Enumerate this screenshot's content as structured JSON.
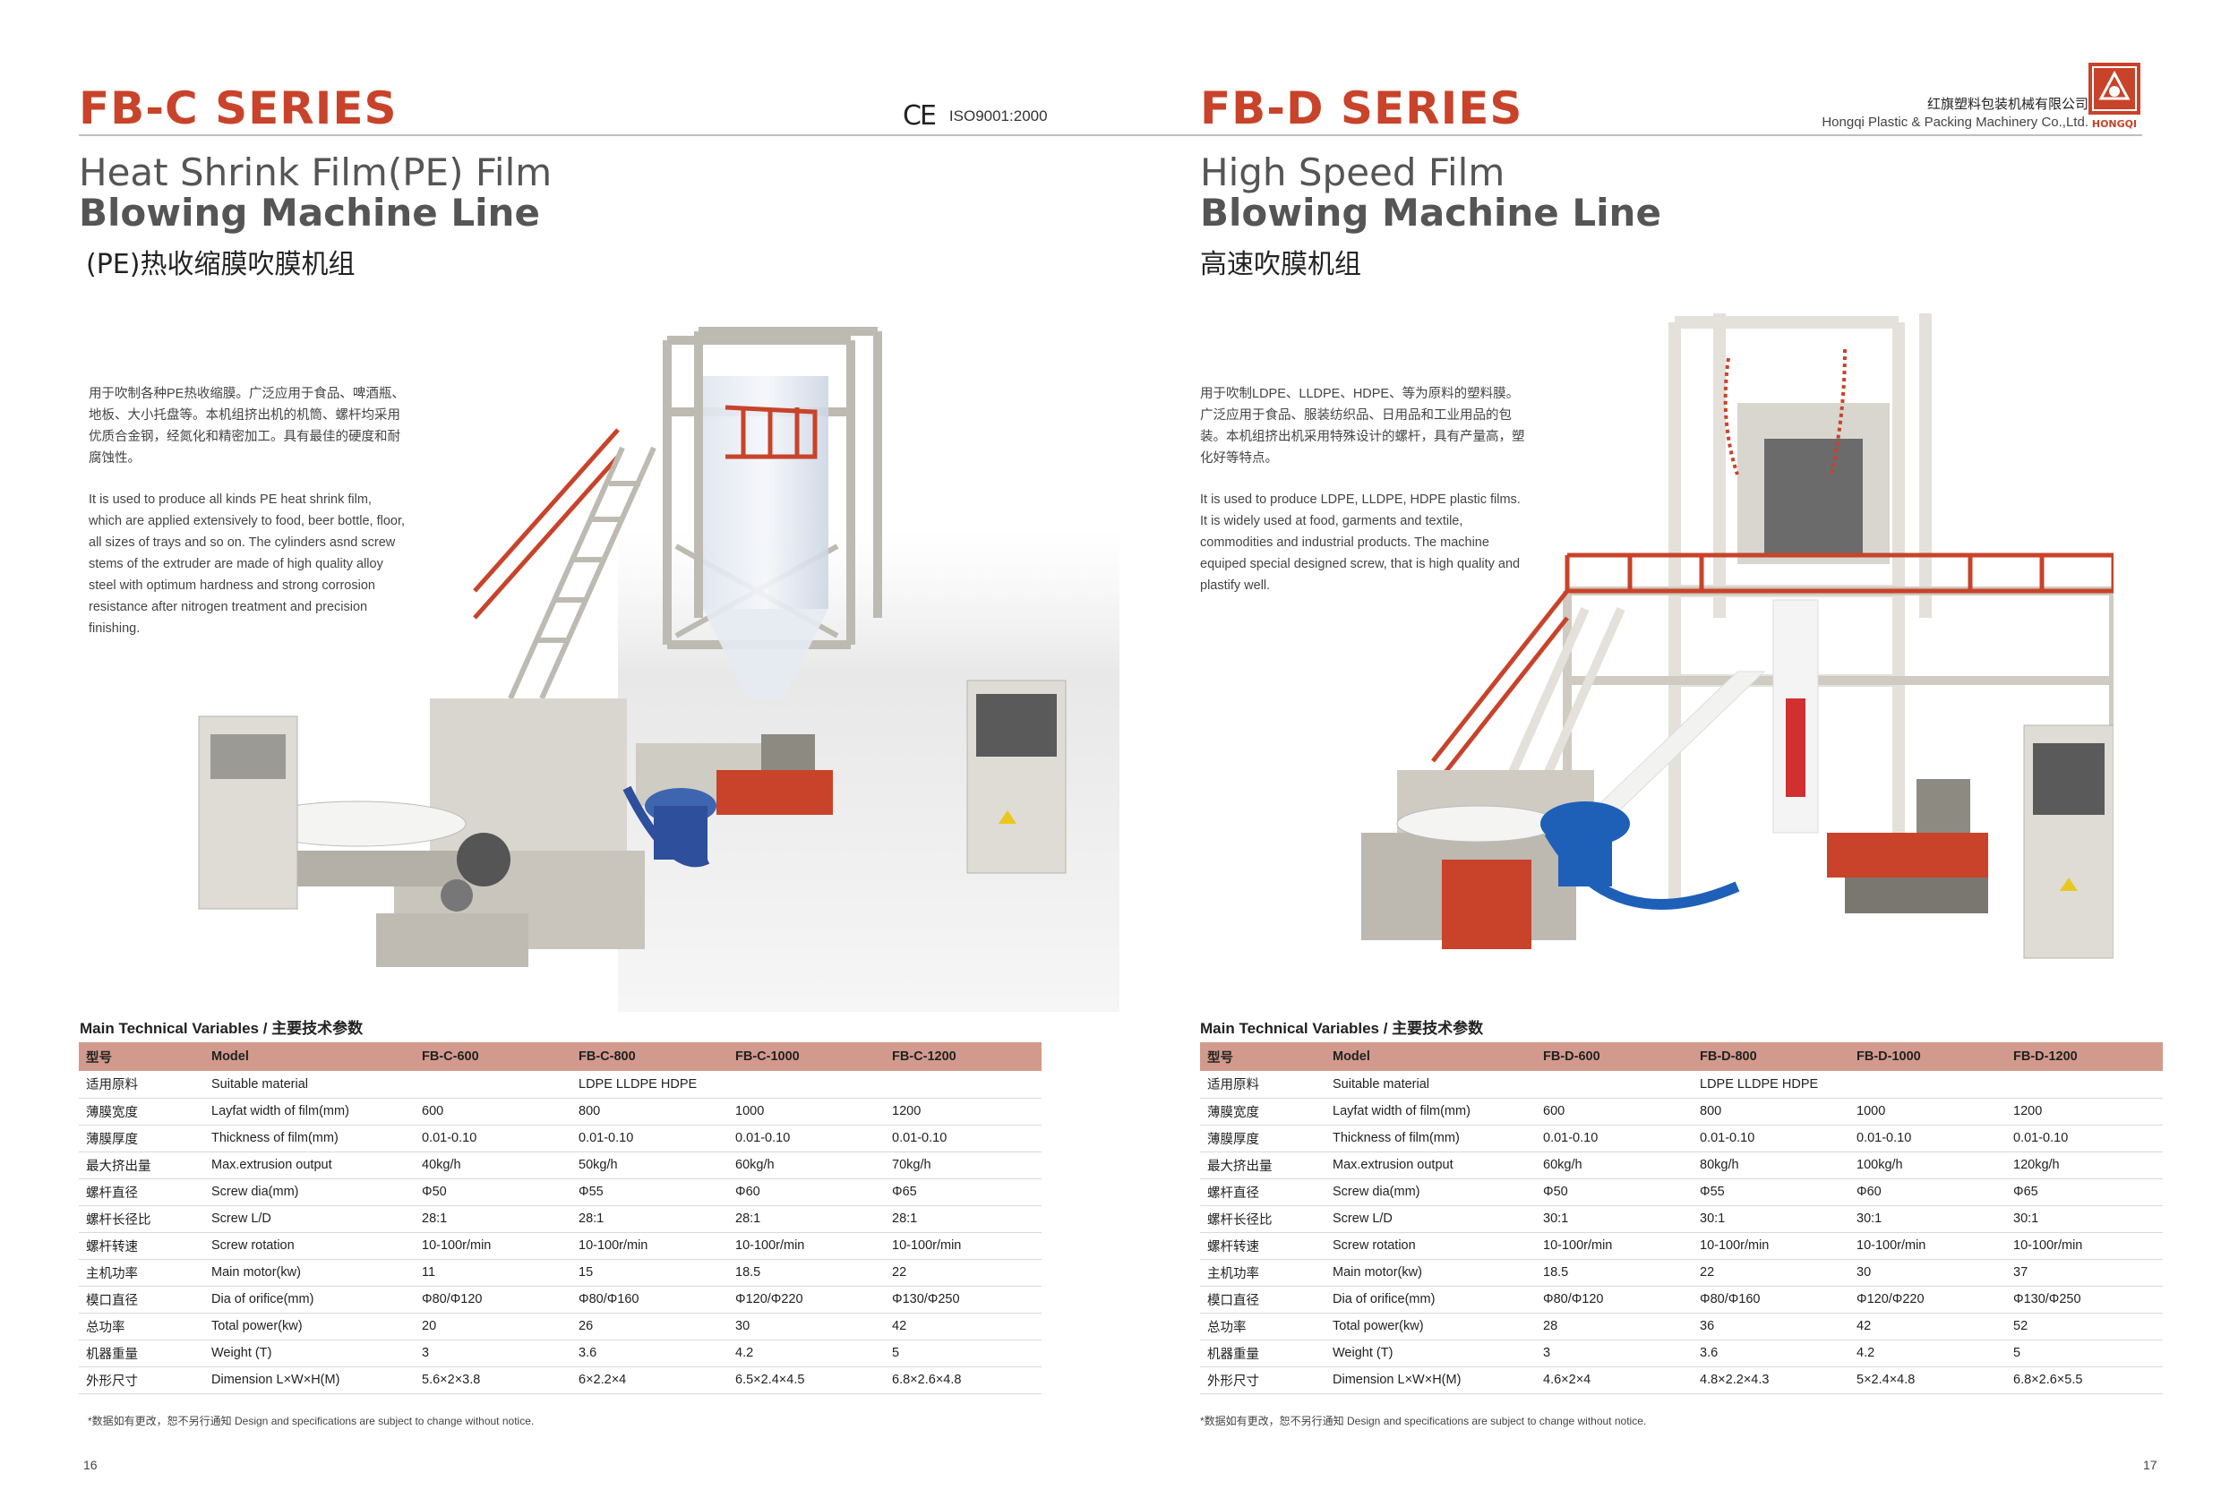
{
  "left": {
    "series": "FB-C SERIES",
    "cert_mark": "CE",
    "cert": "ISO9001:2000",
    "title_line1": "Heat Shrink Film(PE) Film",
    "title_line2": "Blowing Machine Line",
    "title_cn": "(PE)热收缩膜吹膜机组",
    "desc_cn": "用于吹制各种PE热收缩膜。广泛应用于食品、啤酒瓶、地板、大小托盘等。本机组挤出机的机筒、螺杆均采用优质合金钢，经氮化和精密加工。具有最佳的硬度和耐腐蚀性。",
    "desc_en": "It is used to produce all kinds PE heat shrink film, which are applied extensively to food, beer bottle, floor, all sizes of trays and so on. The cylinders asnd screw stems of the extruder are made of high quality alloy steel with optimum hardness and strong corrosion resistance after nitrogen treatment and precision finishing.",
    "tech_title": "Main Technical Variables / 主要技术参数",
    "headers": [
      "型号",
      "Model",
      "FB-C-600",
      "FB-C-800",
      "FB-C-1000",
      "FB-C-1200"
    ],
    "material_cn": "适用原料",
    "material_en": "Suitable material",
    "material_value": "LDPE  LLDPE  HDPE",
    "rows": [
      [
        "薄膜宽度",
        "Layfat width of film(mm)",
        "600",
        "800",
        "1000",
        "1200"
      ],
      [
        "薄膜厚度",
        "Thickness of film(mm)",
        "0.01-0.10",
        "0.01-0.10",
        "0.01-0.10",
        "0.01-0.10"
      ],
      [
        "最大挤出量",
        "Max.extrusion output",
        "40kg/h",
        "50kg/h",
        "60kg/h",
        "70kg/h"
      ],
      [
        "螺杆直径",
        "Screw dia(mm)",
        "Φ50",
        "Φ55",
        "Φ60",
        "Φ65"
      ],
      [
        "螺杆长径比",
        "Screw L/D",
        "28:1",
        "28:1",
        "28:1",
        "28:1"
      ],
      [
        "螺杆转速",
        "Screw rotation",
        "10-100r/min",
        "10-100r/min",
        "10-100r/min",
        "10-100r/min"
      ],
      [
        "主机功率",
        "Main motor(kw)",
        "11",
        "15",
        "18.5",
        "22"
      ],
      [
        "模口直径",
        "Dia of orifice(mm)",
        "Φ80/Φ120",
        "Φ80/Φ160",
        "Φ120/Φ220",
        "Φ130/Φ250"
      ],
      [
        "总功率",
        "Total power(kw)",
        "20",
        "26",
        "30",
        "42"
      ],
      [
        "机器重量",
        "Weight (T)",
        "3",
        "3.6",
        "4.2",
        "5"
      ],
      [
        "外形尺寸",
        "Dimension L×W×H(M)",
        "5.6×2×3.8",
        "6×2.2×4",
        "6.5×2.4×4.5",
        "6.8×2.6×4.8"
      ]
    ],
    "note": "*数据如有更改，恕不另行通知  Design and specifications are subject to change without notice.",
    "page_number": "16"
  },
  "right": {
    "series": "FB-D SERIES",
    "company_cn": "红旗塑料包装机械有限公司",
    "company_en": "Hongqi Plastic & Packing Machinery Co.,Ltd.",
    "logo_text": "HONGQI",
    "title_line1": "High Speed Film",
    "title_line2": "Blowing Machine Line",
    "title_cn": "高速吹膜机组",
    "desc_cn": "用于吹制LDPE、LLDPE、HDPE、等为原料的塑料膜。广泛应用于食品、服装纺织品、日用品和工业用品的包装。本机组挤出机采用特殊设计的螺杆，具有产量高，塑化好等特点。",
    "desc_en": "It is used to produce LDPE, LLDPE, HDPE plastic films. It is widely used at food, garments and textile, commodities and industrial products. The machine equiped special designed screw, that is high quality and plastify well.",
    "tech_title": "Main Technical Variables / 主要技术参数",
    "headers": [
      "型号",
      "Model",
      "FB-D-600",
      "FB-D-800",
      "FB-D-1000",
      "FB-D-1200"
    ],
    "material_cn": "适用原料",
    "material_en": "Suitable material",
    "material_value": "LDPE  LLDPE  HDPE",
    "rows": [
      [
        "薄膜宽度",
        "Layfat width of film(mm)",
        "600",
        "800",
        "1000",
        "1200"
      ],
      [
        "薄膜厚度",
        "Thickness of film(mm)",
        "0.01-0.10",
        "0.01-0.10",
        "0.01-0.10",
        "0.01-0.10"
      ],
      [
        "最大挤出量",
        "Max.extrusion output",
        "60kg/h",
        "80kg/h",
        "100kg/h",
        "120kg/h"
      ],
      [
        "螺杆直径",
        "Screw dia(mm)",
        "Φ50",
        "Φ55",
        "Φ60",
        "Φ65"
      ],
      [
        "螺杆长径比",
        "Screw L/D",
        "30:1",
        "30:1",
        "30:1",
        "30:1"
      ],
      [
        "螺杆转速",
        "Screw rotation",
        "10-100r/min",
        "10-100r/min",
        "10-100r/min",
        "10-100r/min"
      ],
      [
        "主机功率",
        "Main motor(kw)",
        "18.5",
        "22",
        "30",
        "37"
      ],
      [
        "模口直径",
        "Dia of orifice(mm)",
        "Φ80/Φ120",
        "Φ80/Φ160",
        "Φ120/Φ220",
        "Φ130/Φ250"
      ],
      [
        "总功率",
        "Total power(kw)",
        "28",
        "36",
        "42",
        "52"
      ],
      [
        "机器重量",
        "Weight (T)",
        "3",
        "3.6",
        "4.2",
        "5"
      ],
      [
        "外形尺寸",
        "Dimension L×W×H(M)",
        "4.6×2×4",
        "4.8×2.2×4.3",
        "5×2.4×4.8",
        "6.8×2.6×5.5"
      ]
    ],
    "note": "*数据如有更改，恕不另行通知  Design and specifications are subject to change without notice.",
    "page_number": "17"
  },
  "colors": {
    "series_title": "#c8432a",
    "table_header": "#d29a8c",
    "railing": "#c8432a",
    "frame": "#e4e1da"
  }
}
